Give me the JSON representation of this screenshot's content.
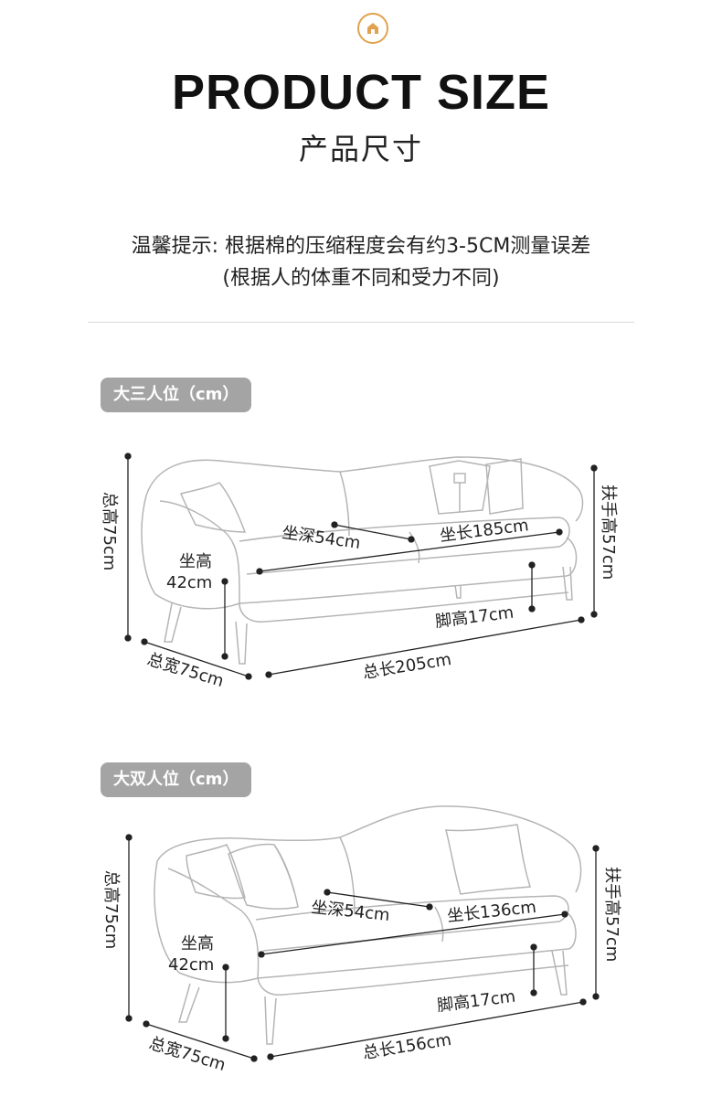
{
  "header": {
    "logo_icon": "home-icon",
    "accent_color": "#e0a24e",
    "title": "PRODUCT SIZE",
    "subtitle": "产品尺寸"
  },
  "notice": {
    "line1": "温馨提示: 根据棉的压缩程度会有约3-5CM测量误差",
    "line2": "(根据人的体重不同和受力不同)"
  },
  "sections": [
    {
      "badge": "大三人位（cm）",
      "labels": {
        "total_height": "总高75cm",
        "armrest_height": "扶手高57cm",
        "seat_height_1": "坐高",
        "seat_height_2": "42cm",
        "seat_depth": "坐深54cm",
        "seat_length": "坐长185cm",
        "leg_height": "脚高17cm",
        "total_width": "总宽75cm",
        "total_length": "总长205cm"
      }
    },
    {
      "badge": "大双人位（cm）",
      "labels": {
        "total_height": "总高75cm",
        "armrest_height": "扶手高57cm",
        "seat_height_1": "坐高",
        "seat_height_2": "42cm",
        "seat_depth": "坐深54cm",
        "seat_length": "坐长136cm",
        "leg_height": "脚高17cm",
        "total_width": "总宽75cm",
        "total_length": "总长156cm"
      }
    }
  ]
}
